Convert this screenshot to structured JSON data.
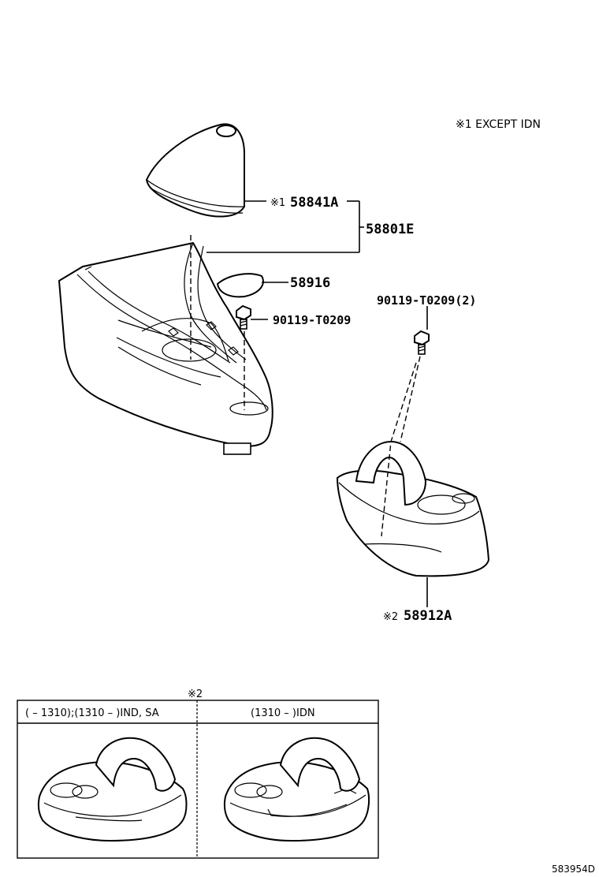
{
  "note": "※1 EXCEPT IDN",
  "labels": {
    "cap": "58841A",
    "cap_mark": "※1",
    "assembly": "58801E",
    "plug": "58916",
    "screw_left": "90119-T0209",
    "screw_right": "90119-T0209(2)",
    "box": "58912A",
    "box_mark": "※2"
  },
  "variants": {
    "mark": "※2",
    "left_header": "(    – 1310);(1310 –       )IND, SA",
    "right_header": "(1310 –       )IDN"
  },
  "figure_id": "583954D"
}
